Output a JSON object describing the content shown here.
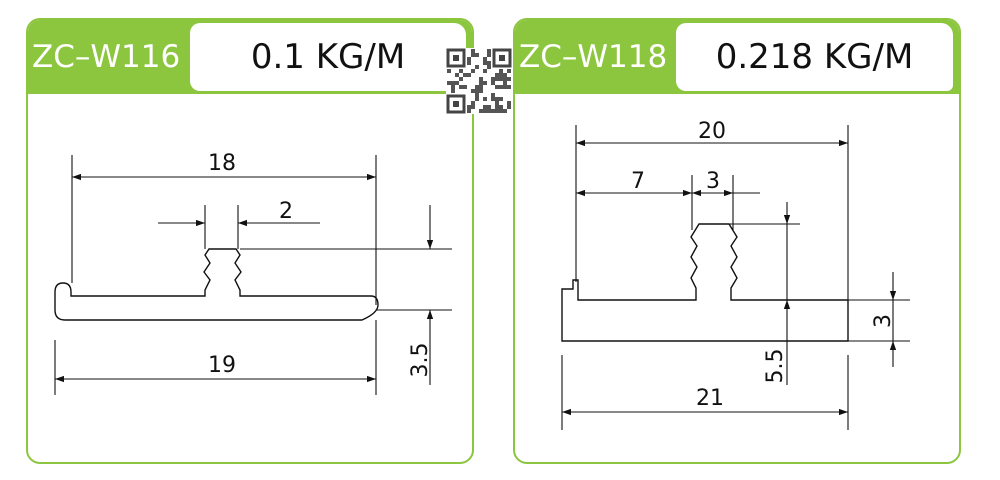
{
  "products": [
    {
      "model": "ZC–W116",
      "weight": "0.1 KG/M",
      "dimensions": {
        "top_width": "18",
        "tongue_width": "2",
        "bottom_width": "19",
        "height": "3.5"
      }
    },
    {
      "model": "ZC–W118",
      "weight": "0.218 KG/M",
      "dimensions": {
        "top_width": "20",
        "offset": "7",
        "tongue_width": "3",
        "bottom_width": "21",
        "height": "5.5",
        "thickness": "3"
      }
    }
  ],
  "colors": {
    "accent": "#8cc63f",
    "line": "#111111"
  }
}
